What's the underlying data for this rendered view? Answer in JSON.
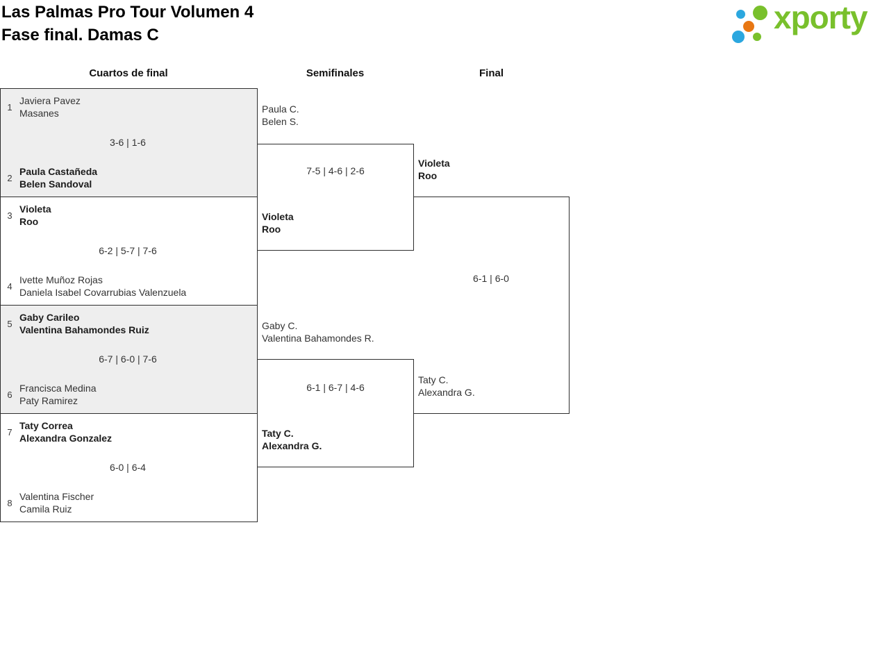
{
  "title": {
    "line1": "Las Palmas Pro Tour Volumen 4",
    "line2": "Fase final. Damas C"
  },
  "logo": {
    "text": "xporty"
  },
  "brand": {
    "green": "#79c02c",
    "blue": "#2ba7df",
    "orange": "#e87713",
    "border": "#2e2e2e",
    "box_gray": "#eeeeee"
  },
  "headers": {
    "quarterfinals": "Cuartos de final",
    "semifinals": "Semifinales",
    "final": "Final"
  },
  "bracket": {
    "quarterfinals": [
      {
        "top_seed": "1",
        "top_team": [
          "Javiera Pavez",
          "Masanes"
        ],
        "top_winner": false,
        "score": "3-6 | 1-6",
        "bottom_seed": "2",
        "bottom_team": [
          "Paula Castañeda",
          "Belen Sandoval"
        ],
        "bottom_winner": true
      },
      {
        "top_seed": "3",
        "top_team": [
          "Violeta",
          "Roo"
        ],
        "top_winner": true,
        "score": "6-2 | 5-7 | 7-6",
        "bottom_seed": "4",
        "bottom_team": [
          "Ivette Muñoz Rojas",
          "Daniela Isabel Covarrubias Valenzuela"
        ],
        "bottom_winner": false
      },
      {
        "top_seed": "5",
        "top_team": [
          "Gaby Carileo",
          "Valentina Bahamondes Ruiz"
        ],
        "top_winner": true,
        "score": "6-7 | 6-0 | 7-6",
        "bottom_seed": "6",
        "bottom_team": [
          "Francisca Medina",
          "Paty Ramirez"
        ],
        "bottom_winner": false
      },
      {
        "top_seed": "7",
        "top_team": [
          "Taty Correa",
          "Alexandra Gonzalez"
        ],
        "top_winner": true,
        "score": "6-0 | 6-4",
        "bottom_seed": "8",
        "bottom_team": [
          "Valentina Fischer",
          "Camila Ruiz"
        ],
        "bottom_winner": false
      }
    ],
    "semifinals": [
      {
        "top_team": [
          "Paula C.",
          "Belen S."
        ],
        "top_winner": false,
        "score": "7-5 | 4-6 | 2-6",
        "bottom_team": [
          "Violeta",
          "Roo"
        ],
        "bottom_winner": true
      },
      {
        "top_team": [
          "Gaby C.",
          "Valentina Bahamondes R."
        ],
        "top_winner": false,
        "score": "6-1 | 6-7 | 4-6",
        "bottom_team": [
          "Taty C.",
          "Alexandra G."
        ],
        "bottom_winner": true
      }
    ],
    "final": {
      "top_team": [
        "Violeta",
        "Roo"
      ],
      "top_winner": true,
      "score": "6-1 | 6-0",
      "bottom_team": [
        "Taty C.",
        "Alexandra G."
      ],
      "bottom_winner": false
    }
  }
}
